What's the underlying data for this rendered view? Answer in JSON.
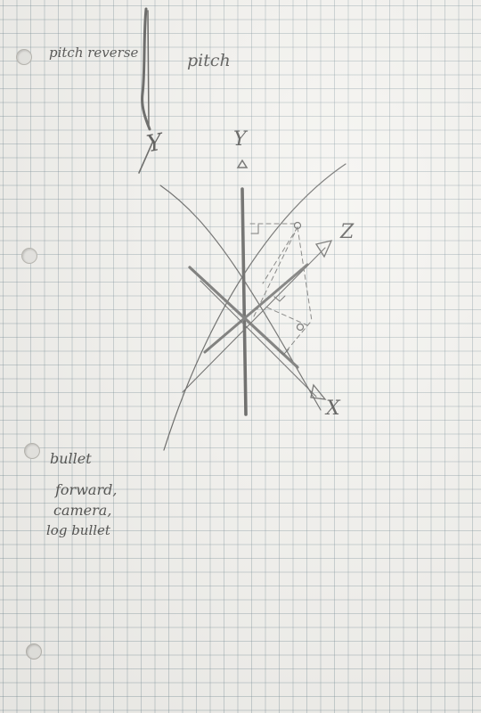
{
  "notes": {
    "pitch_reverse": "pitch reverse",
    "pitch": "pitch",
    "bullet_lines": [
      "bullet",
      "forward,",
      "camera,",
      "log bullet"
    ]
  },
  "axes": {
    "y_left": "Y",
    "y_main": "Y",
    "z": "Z",
    "x": "X"
  },
  "colors": {
    "paper": "#f4f3ef",
    "grid": "#8c9ca6",
    "pencil": "#4a4a48"
  }
}
